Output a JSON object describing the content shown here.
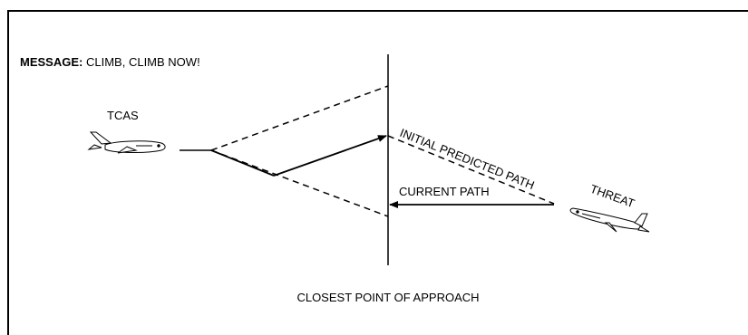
{
  "message": {
    "key": "MESSAGE:",
    "text": "CLIMB, CLIMB  NOW!"
  },
  "labels": {
    "tcas": "TCAS",
    "threat": "THREAT",
    "initial_predicted_path": "INITIAL  PREDICTED  PATH",
    "current_path": "CURRENT  PATH",
    "closest_point": "CLOSEST  POINT  OF  APPROACH"
  },
  "colors": {
    "ink": "#000000",
    "background": "#ffffff"
  },
  "icons": [
    "tcas-aircraft-icon",
    "threat-aircraft-icon"
  ]
}
